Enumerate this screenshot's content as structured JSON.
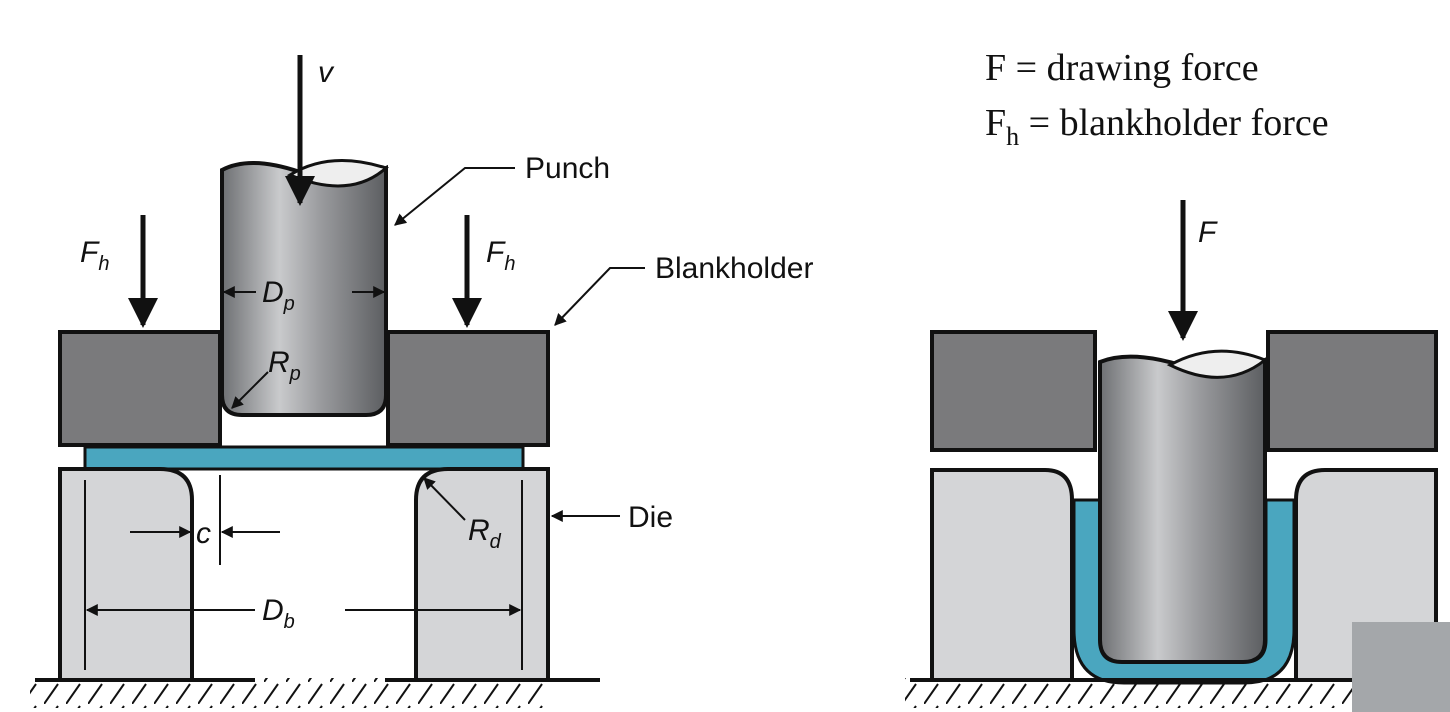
{
  "labels": {
    "velocity": "v",
    "punch": "Punch",
    "blankholder_force_left": "F",
    "blankholder_force_right": "F",
    "force_subscript": "h",
    "blankholder": "Blankholder",
    "punch_diameter": "D",
    "punch_diameter_sub": "p",
    "punch_radius": "R",
    "punch_radius_sub": "p",
    "die_radius": "R",
    "die_radius_sub": "d",
    "die": "Die",
    "clearance": "c",
    "blank_diameter": "D",
    "blank_diameter_sub": "b",
    "drawing_force": "F"
  },
  "legend": {
    "line1_symbol": "F",
    "line1_text": " = drawing force",
    "line2_symbol": "F",
    "line2_sub": "h",
    "line2_text": " = blankholder force"
  },
  "colors": {
    "blank": "#4aa6bf",
    "blankholder": "#7a7a7c",
    "die": "#d4d5d7",
    "punch": "#8f9194"
  }
}
